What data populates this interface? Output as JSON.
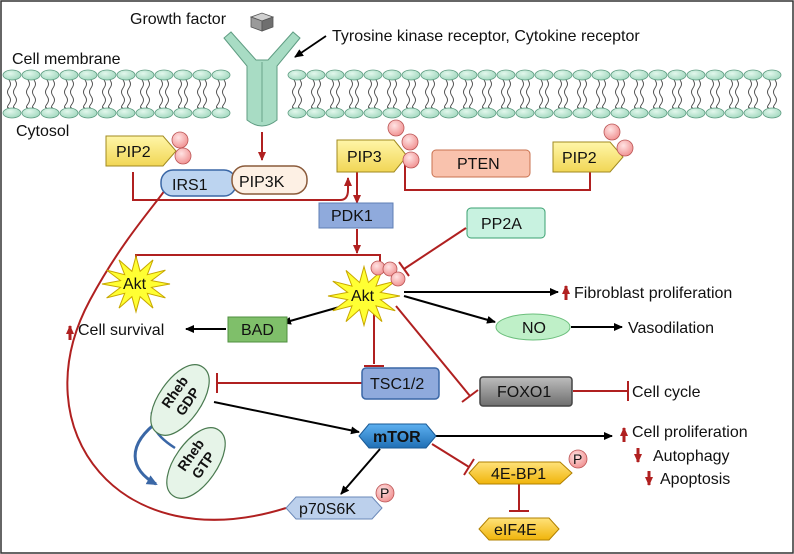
{
  "labels": {
    "growth_factor": "Growth factor",
    "receptor": "Tyrosine kinase receptor, Cytokine receptor",
    "cell_membrane": "Cell membrane",
    "cytosol": "Cytosol",
    "pip2_left": "PIP2",
    "pip3": "PIP3",
    "pten": "PTEN",
    "pip2_right": "PIP2",
    "irs1": "IRS1",
    "pip3k": "PIP3K",
    "pdk1": "PDK1",
    "pp2a": "PP2A",
    "akt_left": "Akt",
    "akt_center": "Akt",
    "fibroblast": "Fibroblast proliferation",
    "no": "NO",
    "vasodilation": "Vasodilation",
    "cell_survival": "Cell survival",
    "bad": "BAD",
    "tsc": "TSC1/2",
    "foxo1": "FOXO1",
    "cell_cycle": "Cell cycle",
    "rheb_gdp_1": "Rheb",
    "rheb_gdp_2": "GDP",
    "rheb_gtp_1": "Rheb",
    "rheb_gtp_2": "GTP",
    "mtor": "mTOR",
    "cell_proliferation": "Cell proliferation",
    "autophagy": "Autophagy",
    "apoptosis": "Apoptosis",
    "bp1": "4E-BP1",
    "p_bp1": "P",
    "eif4e": "eIF4E",
    "p70": "p70S6K",
    "p_p70": "P"
  },
  "colors": {
    "membrane": "#b9e4cf",
    "receptor": "#a8dcc4",
    "inhibit": "#b02020",
    "activate": "#000000",
    "phosphate": "#f4a6a6",
    "pip_yellow": "#f7e27a",
    "akt_yellow": "#ffff33",
    "pdk1": "#7f9fd3",
    "pten": "#f9c2ad",
    "pp2a": "#c8f2e0",
    "bad": "#7fbf6a",
    "tsc": "#7f9fd3",
    "foxo1": "#8c8c8c",
    "mtor": "#2a7fc7",
    "bp1": "#f4c21b",
    "eif4e": "#f4c21b",
    "p70": "#bcd0ec",
    "no": "#bff0c8"
  }
}
